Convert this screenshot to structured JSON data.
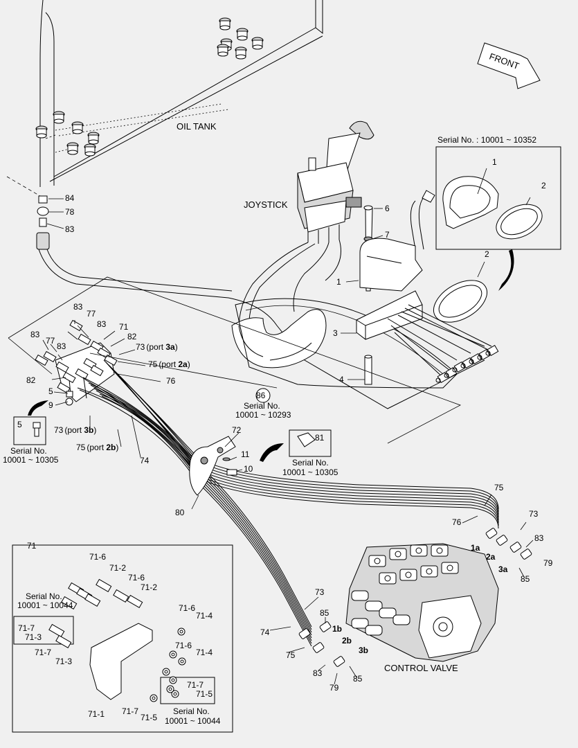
{
  "titles": {
    "oil_tank": "OIL TANK",
    "joystick": "JOYSTICK",
    "control_valve": "CONTROL VALVE",
    "front": "FRONT",
    "inset_71": "71"
  },
  "serials": {
    "top_right": "Serial No. : 10001 ~ 10352",
    "s86_line1": "Serial No.",
    "s86_line2": "10001 ~ 10293",
    "s5_line1": "Serial No.",
    "s5_line2": "10001 ~ 10305",
    "s81_line1": "Serial No.",
    "s81_line2": "10001 ~ 10305",
    "s71a_line1": "Serial No.",
    "s71a_line2": "10001 ~ 10044",
    "s71b_line1": "Serial No.",
    "s71b_line2": "10001 ~ 10044"
  },
  "callouts": {
    "c84": "84",
    "c78": "78",
    "c83a": "83",
    "c6": "6",
    "c7": "7",
    "c1": "1",
    "c3": "3",
    "c4": "4",
    "c2": "2",
    "c1b": "1",
    "c2b": "2",
    "c86": "86",
    "c83b": "83",
    "c77a": "77",
    "c83c": "83",
    "c71": "71",
    "c83d": "83",
    "c77b": "77",
    "c83e": "83",
    "c82a": "82",
    "c73a": "73",
    "port3a": "(port ",
    "port3a_b": "3a",
    "port3a_e": ")",
    "c75a": "75",
    "port2a": "(port ",
    "port2a_b": "2a",
    "port2a_e": ")",
    "c76a": "76",
    "c82b": "82",
    "c5a": "5",
    "c9": "9",
    "c5b": "5",
    "c73b": "73",
    "port3b": "(port ",
    "port3b_b": "3b",
    "port3b_e": ")",
    "c75b": "75",
    "port2b": "(port ",
    "port2b_b": "2b",
    "port2b_e": ")",
    "c74a": "74",
    "c72": "72",
    "c11": "11",
    "c10": "10",
    "c80": "80",
    "c81": "81",
    "c75c": "75",
    "c76b": "76",
    "c73c": "73",
    "c83f": "83",
    "c79a": "79",
    "c85a": "85",
    "p1a": "1a",
    "p2a": "2a",
    "p3a": "3a",
    "c73d": "73",
    "c85b": "85",
    "c74b": "74",
    "c75d": "75",
    "p1b": "1b",
    "p2b": "2b",
    "p3b": "3b",
    "c83g": "83",
    "c79b": "79",
    "c85c": "85",
    "i71_6a": "71-6",
    "i71_2a": "71-2",
    "i71_6b": "71-6",
    "i71_2b": "71-2",
    "i71_6c": "71-6",
    "i71_4a": "71-4",
    "i71_7a": "71-7",
    "i71_3a": "71-3",
    "i71_7b": "71-7",
    "i71_3b": "71-3",
    "i71_6d": "71-6",
    "i71_4b": "71-4",
    "i71_7c": "71-7",
    "i71_5a": "71-5",
    "i71_1": "71-1",
    "i71_7d": "71-7",
    "i71_5b": "71-5"
  }
}
